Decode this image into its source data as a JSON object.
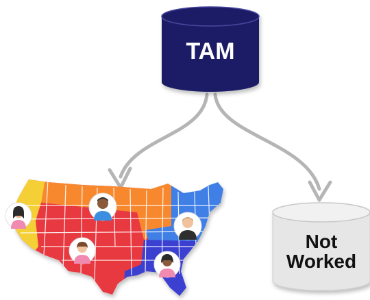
{
  "tam": {
    "label": "TAM",
    "color": "#1e1b66"
  },
  "not_worked": {
    "label_line1": "Not",
    "label_line2": "Worked",
    "color": "#e6e6e6"
  },
  "arrows": {
    "color": "#b5b5b5"
  },
  "map": {
    "region_colors": {
      "west": "#f4cf35",
      "southwest": "#e8373f",
      "north": "#f7882e",
      "northeast": "#3f7fe6",
      "southeast": "#3b3fd1"
    },
    "people_icons": [
      "person-icon-west",
      "person-icon-north",
      "person-icon-southwest",
      "person-icon-east",
      "person-icon-southeast"
    ]
  }
}
